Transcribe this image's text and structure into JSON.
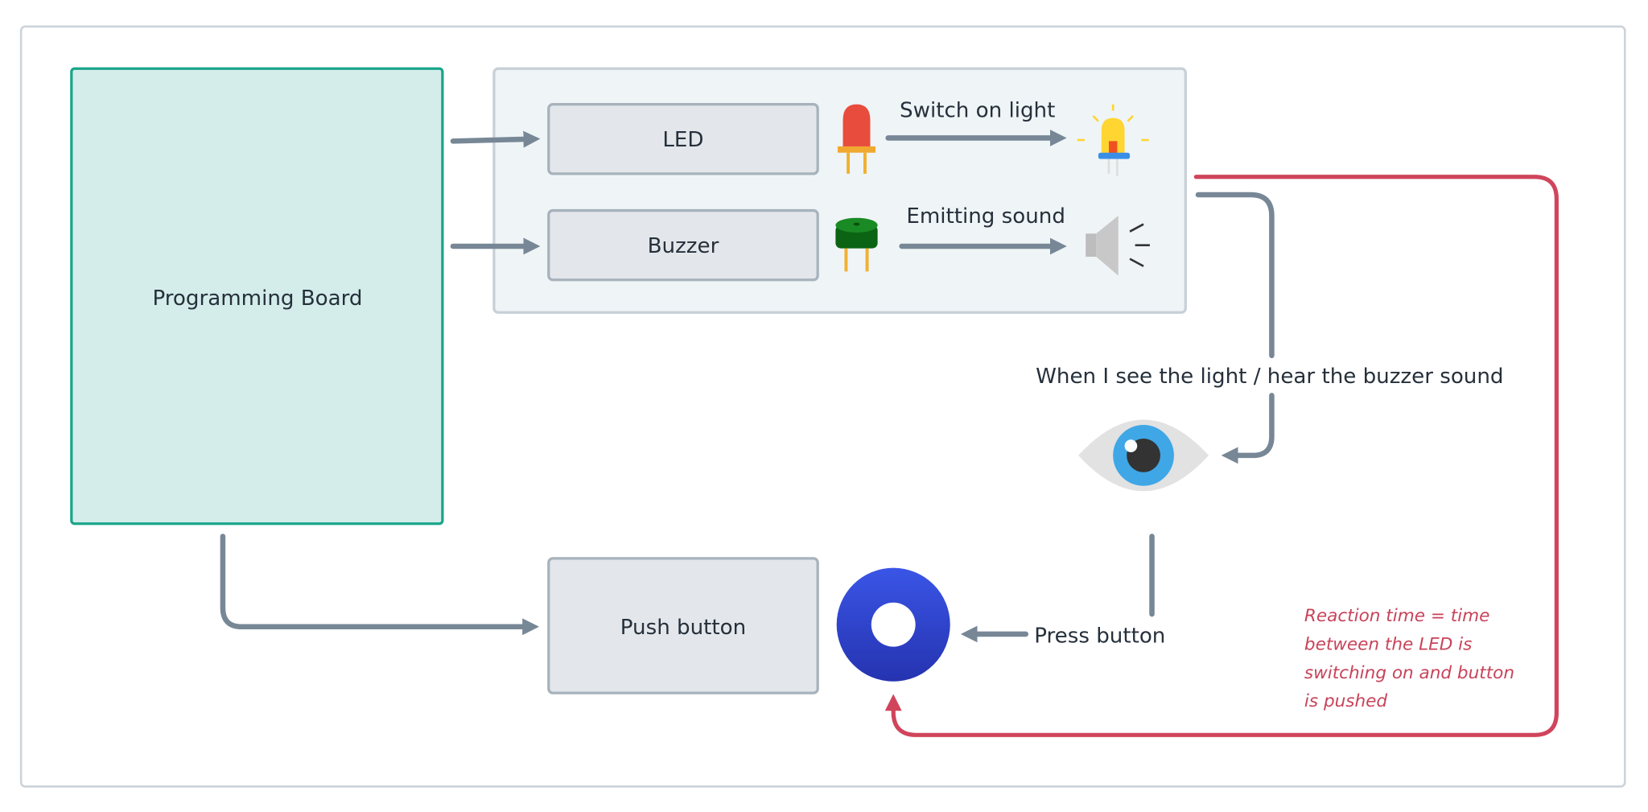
{
  "nodes": {
    "programming_board": "Programming Board",
    "led": "LED",
    "buzzer": "Buzzer",
    "push_button": "Push button"
  },
  "labels": {
    "switch_on_light": "Switch on light",
    "emitting_sound": "Emitting sound",
    "when_see": "When I see the light / hear the buzzer sound",
    "press_button": "Press button"
  },
  "note": {
    "lines": [
      "Reaction time = time",
      "between the LED is",
      "switching on and button",
      "is pushed"
    ]
  },
  "colors": {
    "board_fill": "#d4edeb",
    "board_stroke": "#1aa58a",
    "arrow": "#778796",
    "feedback": "#d0455c",
    "button_blue": "#2f45d0"
  },
  "icons": [
    "red-led-icon",
    "lit-bulb-icon",
    "buzzer-icon",
    "speaker-icon",
    "eye-icon",
    "push-button-icon"
  ]
}
